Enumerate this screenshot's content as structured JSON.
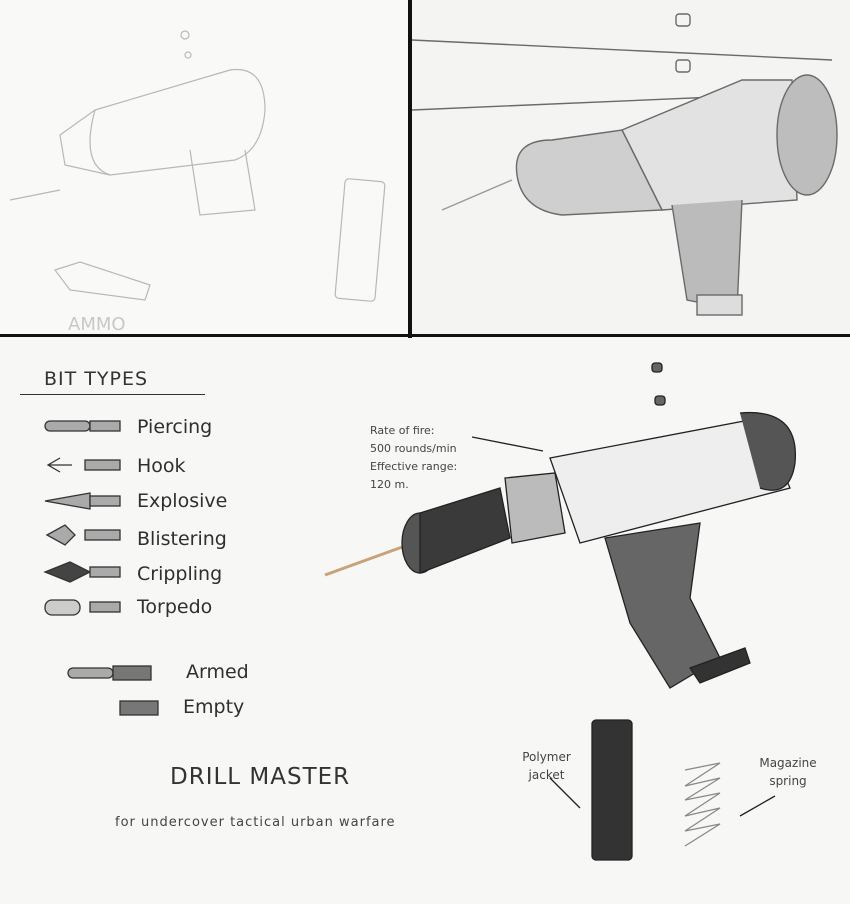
{
  "sketch1": {
    "label": "AMMO"
  },
  "legend": {
    "title": "BIT TYPES",
    "bits": [
      {
        "label": "Piercing"
      },
      {
        "label": "Hook"
      },
      {
        "label": "Explosive"
      },
      {
        "label": "Blistering"
      },
      {
        "label": "Crippling"
      },
      {
        "label": "Torpedo"
      }
    ],
    "states": [
      {
        "label": "Armed"
      },
      {
        "label": "Empty"
      }
    ]
  },
  "specs": {
    "line1": "Rate of fire:",
    "line2": "500 rounds/min",
    "line3": "Effective range:",
    "line4": "120 m."
  },
  "title": {
    "main": "DRILL MASTER",
    "subtitle": "for undercover tactical urban warfare"
  },
  "magazine": {
    "jacket_label": "Polymer jacket",
    "spring_label": "Magazine spring"
  }
}
